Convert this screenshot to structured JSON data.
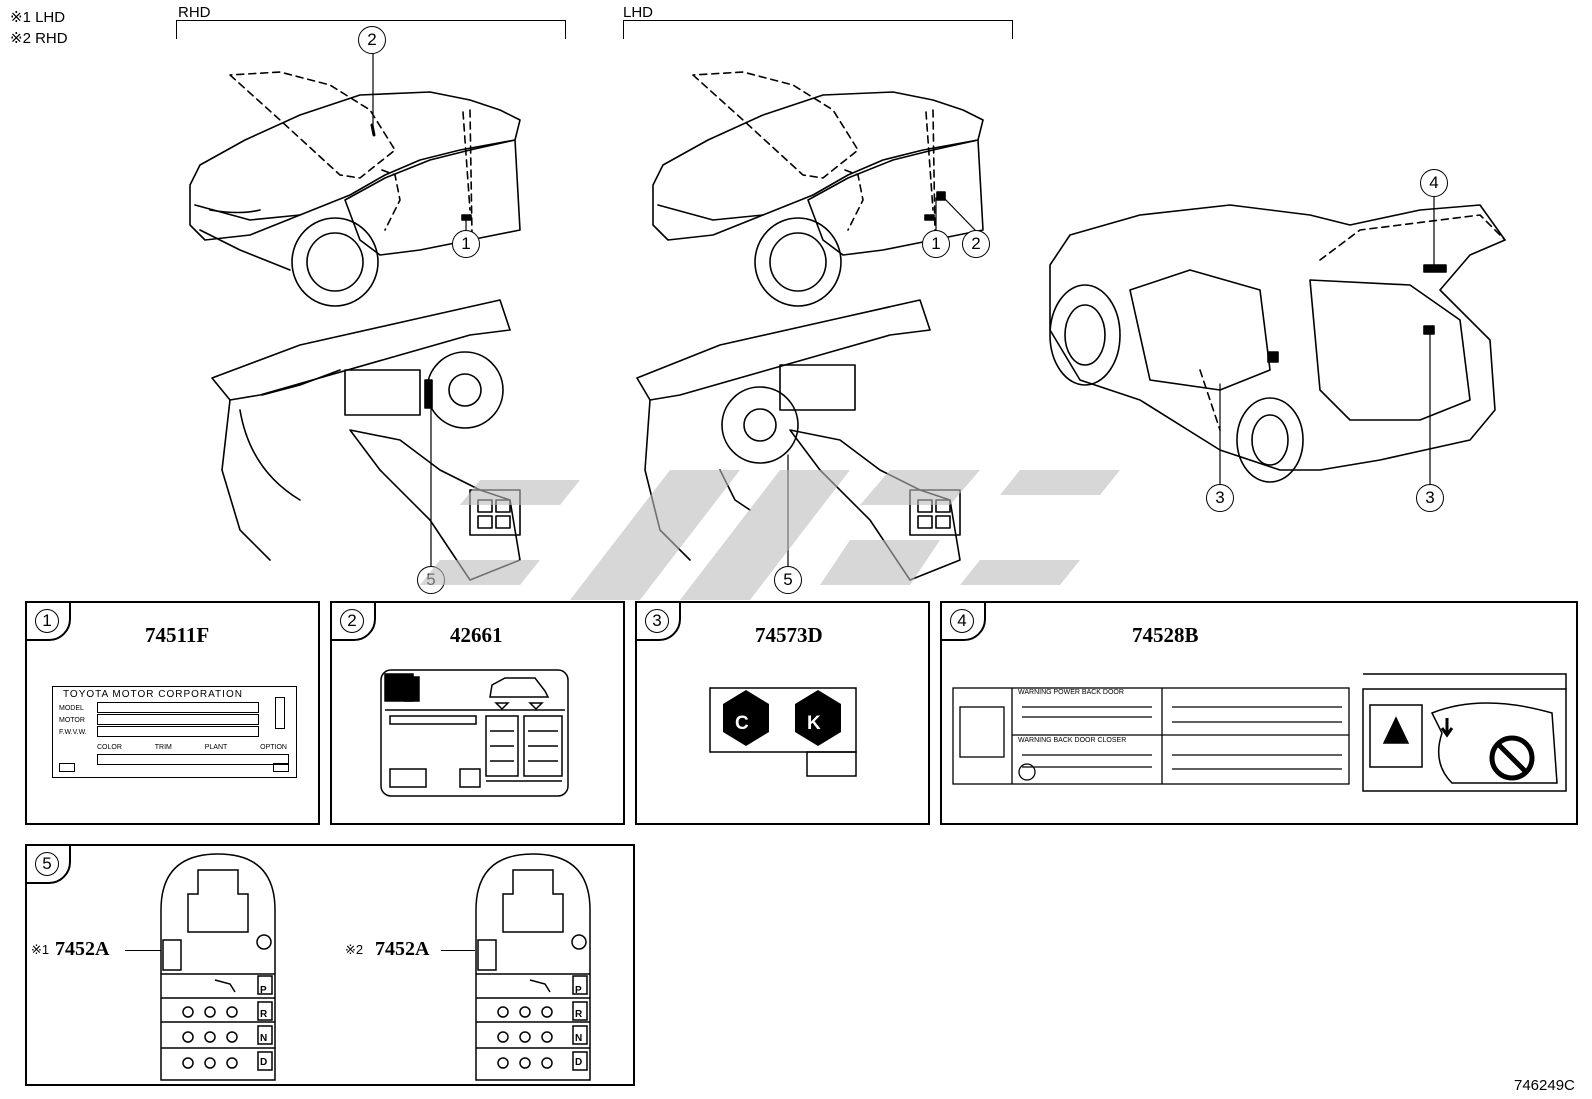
{
  "notes": [
    "※1 LHD",
    "※2 RHD"
  ],
  "headers": {
    "rhd": "RHD",
    "lhd": "LHD"
  },
  "callouts": {
    "c1": "1",
    "c2": "2",
    "c3": "3",
    "c4": "4",
    "c5": "5"
  },
  "panels": [
    {
      "num": "1",
      "part": "74511F",
      "label_title": "TOYOTA MOTOR CORPORATION",
      "rows": [
        "MODEL",
        "MOTOR",
        "F.W.V.W."
      ],
      "cols": [
        "COLOR",
        "TRIM",
        "PLANT",
        "OPTION"
      ]
    },
    {
      "num": "2",
      "part": "42661"
    },
    {
      "num": "3",
      "part": "74573D",
      "letters": [
        "C",
        "K"
      ]
    },
    {
      "num": "4",
      "part": "74528B",
      "warn_lines": [
        "WARNING  POWER  BACK  DOOR",
        "WARNING  BACK  DOOR  CLOSER"
      ]
    },
    {
      "num": "5",
      "parts": [
        {
          "marker": "※1",
          "code": "7452A"
        },
        {
          "marker": "※2",
          "code": "7452A"
        }
      ],
      "shift": [
        "P",
        "R",
        "N",
        "D"
      ]
    }
  ],
  "figure_id": "746249C"
}
